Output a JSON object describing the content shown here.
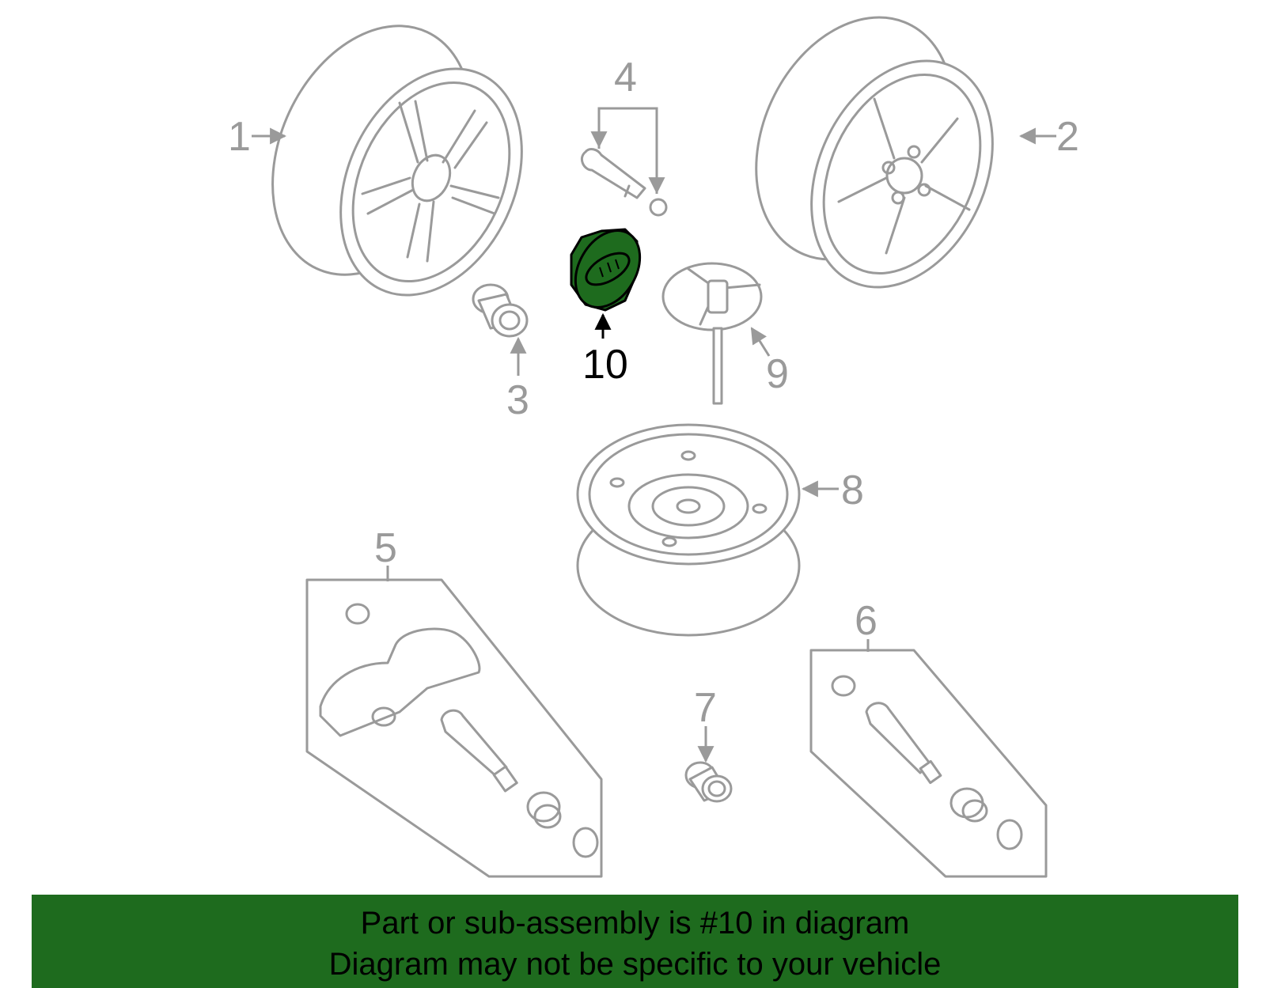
{
  "diagram": {
    "highlight_color": "#1e6b1e",
    "line_color": "#9a9a9a",
    "callouts": [
      {
        "id": "1",
        "label": "1"
      },
      {
        "id": "2",
        "label": "2"
      },
      {
        "id": "3",
        "label": "3"
      },
      {
        "id": "4",
        "label": "4"
      },
      {
        "id": "5",
        "label": "5"
      },
      {
        "id": "6",
        "label": "6"
      },
      {
        "id": "7",
        "label": "7"
      },
      {
        "id": "8",
        "label": "8"
      },
      {
        "id": "9",
        "label": "9"
      },
      {
        "id": "10",
        "label": "10",
        "highlighted": true
      }
    ]
  },
  "banner": {
    "line1": "Part or sub-assembly is #10 in diagram",
    "line2": "Diagram may not be specific to your vehicle",
    "background": "#1e6b1e"
  }
}
